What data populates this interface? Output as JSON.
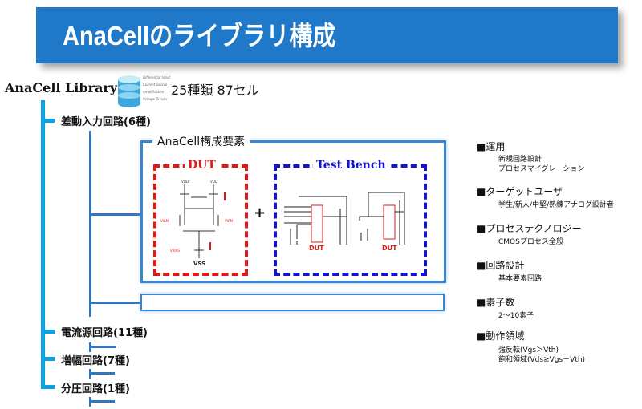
{
  "title": "AnaCellのライブラリ構成",
  "library": {
    "name": "AnaCell Library",
    "count": "25種類 87セル",
    "icon_text": [
      "Differential Input",
      "Current Source",
      "Amplification",
      "Voltage Divider"
    ],
    "icon_label": "AnaCell Library"
  },
  "tree": [
    {
      "label": "差動入力回路(6種)"
    },
    {
      "label": "電流源回路(11種)"
    },
    {
      "label": "増幅回路(7種)"
    },
    {
      "label": "分圧回路(1種)"
    }
  ],
  "elements": {
    "title": "AnaCell構成要素",
    "dut": "DUT",
    "plus": "+",
    "test_bench": "Test Bench",
    "tb_dut": "DUT"
  },
  "schematic": {
    "vdd": "VDD",
    "vss": "VSS",
    "vicm": "VICM",
    "vbias": "VBIAS"
  },
  "features": [
    {
      "heading": "■運用",
      "lines": [
        "新規回路設計",
        "プロセスマイグレーション"
      ]
    },
    {
      "heading": "■ターゲットユーザ",
      "lines": [
        "学生/新人/中堅/熟練アナログ設計者"
      ]
    },
    {
      "heading": "■プロセステクノロジー",
      "lines": [
        "CMOSプロセス全般"
      ]
    },
    {
      "heading": "■回路設計",
      "lines": [
        "基本要素回路"
      ]
    },
    {
      "heading": "■素子数",
      "lines": [
        "2〜10素子"
      ]
    },
    {
      "heading": "■動作領域",
      "lines": [
        "強反転(Vgs＞Vth)",
        "飽和領域(Vds≧Vgs－Vth)"
      ]
    }
  ],
  "colors": {
    "banner": "#1f78c8",
    "tree": "#0aa3e6",
    "dut": "#e01818",
    "tb": "#1414d0"
  }
}
